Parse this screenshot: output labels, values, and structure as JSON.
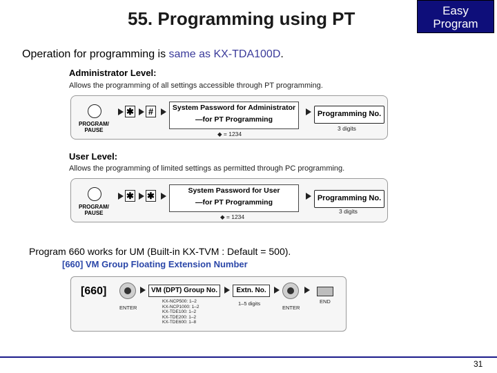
{
  "slide": {
    "title": "55. Programming using PT",
    "badge_line1": "Easy",
    "badge_line2": "Program",
    "intro_prefix": "Operation for programming is ",
    "intro_highlight": "same as KX-TDA100D",
    "intro_suffix": ".",
    "note": "Program 660 works for UM (Built-in KX-TVM : Default = 500).",
    "page_number": "31"
  },
  "admin": {
    "heading": "Administrator Level:",
    "description": "Allows the programming of all settings accessible through PT programming.",
    "key_label_line1": "PROGRAM/",
    "key_label_line2": "PAUSE",
    "sym1": "✱",
    "sym2": "#",
    "password_line1": "System Password for Administrator",
    "password_line2": "—for PT Programming",
    "password_default": "◆ = 1234",
    "prog_no": "Programming No.",
    "digits": "3 digits"
  },
  "user": {
    "heading": "User Level:",
    "description": "Allows the programming of limited settings as permitted through PC programming.",
    "key_label_line1": "PROGRAM/",
    "key_label_line2": "PAUSE",
    "sym1": "✱",
    "sym2": "✱",
    "password_line1": "System Password for User",
    "password_line2": "—for PT Programming",
    "password_default": "◆ = 1234",
    "prog_no": "Programming No.",
    "digits": "3 digits"
  },
  "vm": {
    "title": "[660] VM Group Floating Extension Number",
    "code": "[660]",
    "enter1": "ENTER",
    "group_box": "VM (DPT) Group No.",
    "models": [
      "KX-NCP500: 1–2",
      "KX-NCP1000: 1–2",
      "KX-TDE100: 1–2",
      "KX-TDE200: 1–2",
      "KX-TDE600: 1–8"
    ],
    "ext_box": "Extn. No.",
    "ext_digits": "1–5 digits",
    "enter2": "ENTER",
    "end": "END"
  }
}
